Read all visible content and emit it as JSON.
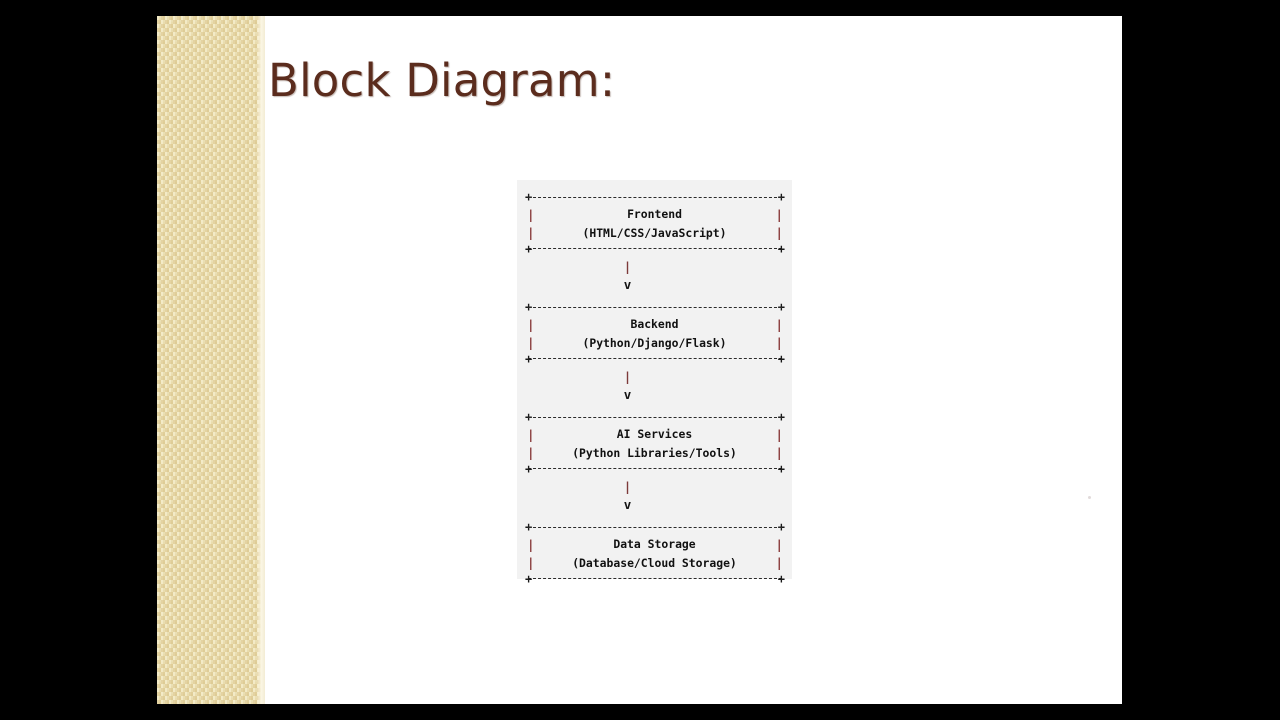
{
  "slide": {
    "title": "Block Diagram:",
    "title_color": "#5b2c1d",
    "background_color": "#ffffff",
    "sidebar_color": "#eadfb4",
    "letterbox_color": "#000000"
  },
  "figure": {
    "name": "architecture-block-diagram",
    "background_color": "#f2f2f2",
    "style": "ascii-art",
    "corner_glyph": "+",
    "pipe_glyph": "|",
    "arrow_glyph": "v",
    "blocks": [
      {
        "id": "frontend",
        "label": "Frontend",
        "sublabel": "(HTML/CSS/JavaScript)"
      },
      {
        "id": "backend",
        "label": "Backend",
        "sublabel": "(Python/Django/Flask)"
      },
      {
        "id": "ai-services",
        "label": "AI Services",
        "sublabel": "(Python Libraries/Tools)"
      },
      {
        "id": "data-storage",
        "label": "Data Storage",
        "sublabel": "(Database/Cloud Storage)"
      }
    ],
    "connectors": [
      {
        "from": "frontend",
        "to": "backend"
      },
      {
        "from": "backend",
        "to": "ai-services"
      },
      {
        "from": "ai-services",
        "to": "data-storage"
      }
    ]
  }
}
